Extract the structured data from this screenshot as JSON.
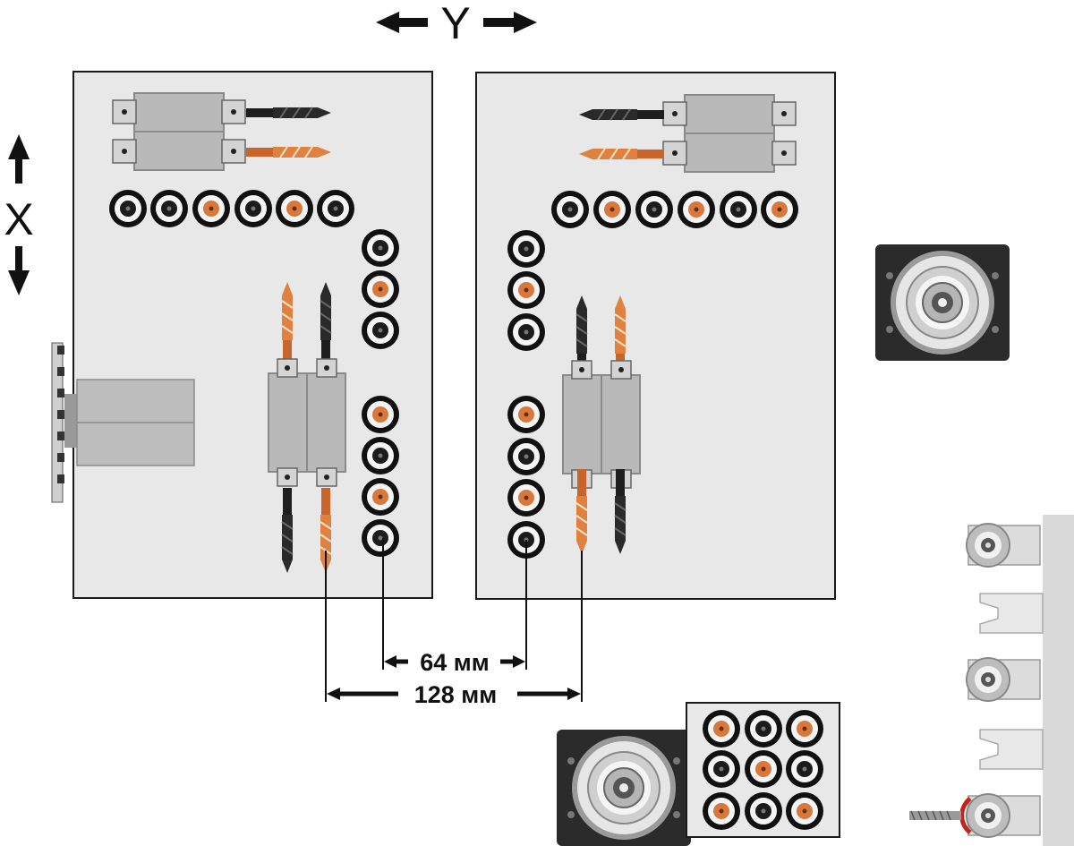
{
  "axes": {
    "y_label": "Y",
    "x_label": "X"
  },
  "dimensions": {
    "small": {
      "label": "64 мм"
    },
    "large": {
      "label": "128 мм"
    }
  },
  "colors": {
    "panel": "#e8e8e8",
    "panel_border": "#1a1a1a",
    "copper": "#d9783c",
    "drill_black": "#1e1e1e",
    "block_gray": "#b9b9b9",
    "ring_dark": "#1a1a1a"
  },
  "icons": [
    "y-axis-arrow-icon",
    "x-axis-arrow-icon",
    "spindle-head-icon",
    "collet-icon",
    "drill-bit-icon"
  ]
}
